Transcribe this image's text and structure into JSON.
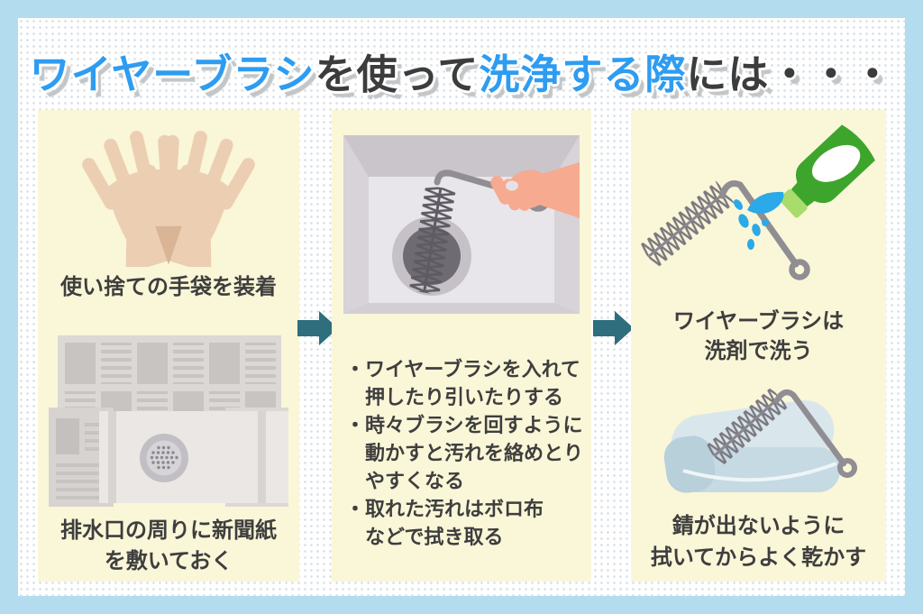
{
  "title": {
    "segments": [
      {
        "text": "ワイヤーブラシ",
        "style": "accent"
      },
      {
        "text": "を使って",
        "style": "dark"
      },
      {
        "text": "洗浄する際",
        "style": "accent"
      },
      {
        "text": "には・・・",
        "style": "dark"
      }
    ]
  },
  "colors": {
    "page_background": "#b3dcee",
    "card_background": "#ffffff",
    "panel_background": "#faf6d8",
    "title_accent_blue": "#2e9cf1",
    "title_dark": "#3c3c3c",
    "body_text": "#3e3e3e",
    "arrow_teal": "#2e6e7d",
    "bottle_green": "#3da52c",
    "splash_blue": "#2ba9e8",
    "glove_beige": "#ecceb2",
    "towel_blue": "#d9e7ec"
  },
  "steps": {
    "left": {
      "caption_gloves": "使い捨ての手袋を装着",
      "caption_newspaper_line1": "排水口の周りに新聞紙",
      "caption_newspaper_line2": "を敷いておく"
    },
    "middle": {
      "bullet_lines": [
        "・ワイヤーブラシを入れて",
        "押したり引いたりする",
        "・時々ブラシを回すように",
        "動かすと汚れを絡めとり",
        "やすくなる",
        "・取れた汚れはボロ布",
        "などで拭き取る"
      ]
    },
    "right": {
      "caption_wash_line1": "ワイヤーブラシは",
      "caption_wash_line2": "洗剤で洗う",
      "caption_dry_line1": "錆が出ないように",
      "caption_dry_line2": "拭いてからよく乾かす"
    }
  },
  "illustrations": {
    "gloves": "disposable-gloves",
    "newspaper": "newspaper-around-drain",
    "sink": "wire-brush-in-sink-drain",
    "detergent": "wire-brush-with-detergent-bottle",
    "towel": "wire-brush-on-towel"
  }
}
